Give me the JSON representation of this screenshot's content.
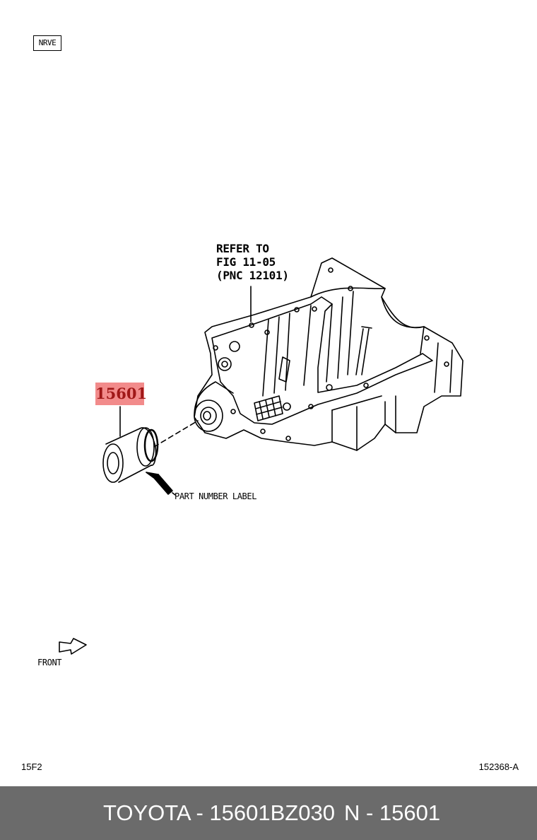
{
  "diagram": {
    "engine_code": "NRVE",
    "refer_note": [
      "REFER TO",
      "FIG 11-05",
      "(PNC 12101)"
    ],
    "part_callout": "15601",
    "part_label_note": "PART NUMBER LABEL",
    "front_label": "FRONT",
    "section_code": "15F2",
    "illustration_code": "152368-A",
    "callout_color": "#f28b8b"
  },
  "footer": {
    "brand_part": "TOYOTA - 15601BZ030",
    "ref_number": "N - 15601",
    "background": "#6b6b6b"
  }
}
